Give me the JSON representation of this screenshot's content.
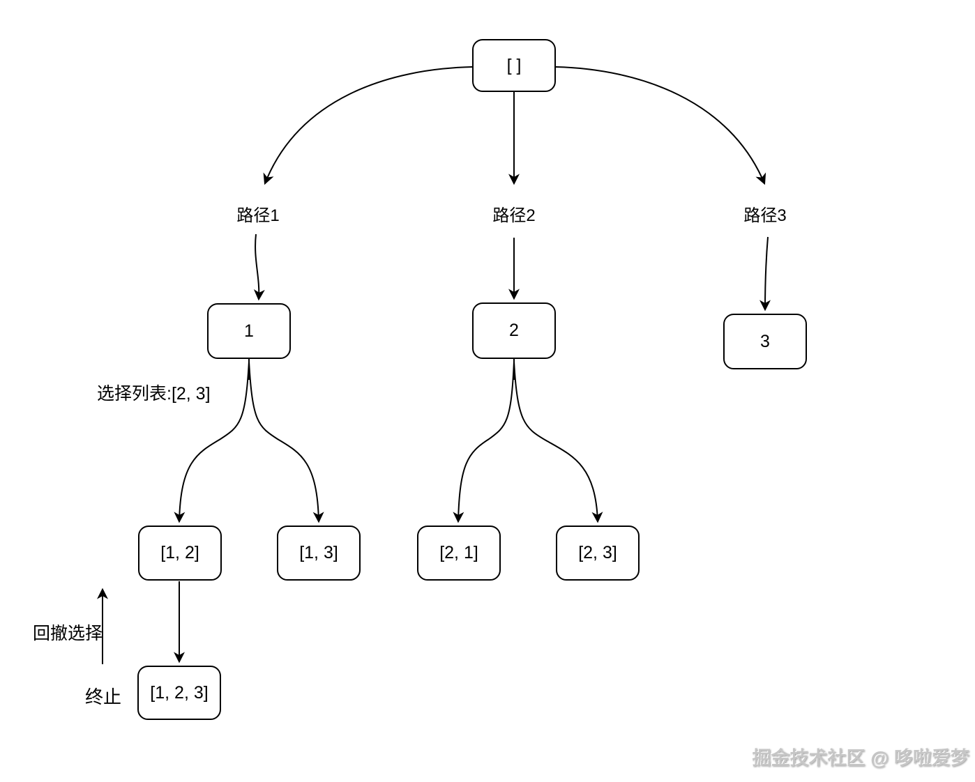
{
  "diagram": {
    "root_label": "[ ]",
    "path_labels": {
      "p1": "路径1",
      "p2": "路径2",
      "p3": "路径3"
    },
    "nodes": {
      "n1": "1",
      "n2": "2",
      "n3": "3",
      "n12": "[1, 2]",
      "n13": "[1, 3]",
      "n21": "[2, 1]",
      "n23": "[2, 3]",
      "n123": "[1, 2, 3]"
    },
    "annotations": {
      "choice_list": "选择列表:[2, 3]",
      "backtrack": "回撤选择",
      "terminate": "终止"
    },
    "colors": {
      "stroke": "#000000",
      "background": "#ffffff",
      "watermark": "#c6c6c6"
    }
  },
  "watermark": "掘金技术社区 @ 哆啦爱梦"
}
